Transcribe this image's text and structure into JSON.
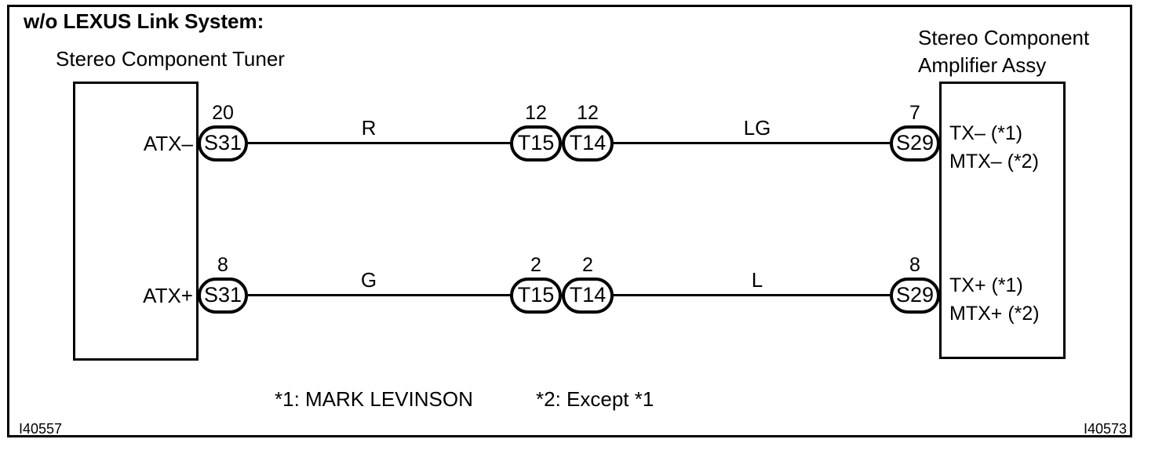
{
  "header": {
    "title": "w/o LEXUS Link System:"
  },
  "tuner": {
    "label": "Stereo Component Tuner"
  },
  "amplifier": {
    "label_line1": "Stereo Component",
    "label_line2": "Amplifier Assy"
  },
  "rows": [
    {
      "signal": "ATX–",
      "left_pin": "20",
      "left_connector": "S31",
      "wire_left_color": "R",
      "mid_left_pin": "12",
      "mid_left_connector": "T15",
      "mid_right_pin": "12",
      "mid_right_connector": "T14",
      "wire_right_color": "LG",
      "right_pin": "7",
      "right_connector": "S29",
      "amp_label_1": "TX– (*1)",
      "amp_label_2": "MTX– (*2)"
    },
    {
      "signal": "ATX+",
      "left_pin": "8",
      "left_connector": "S31",
      "wire_left_color": "G",
      "mid_left_pin": "2",
      "mid_left_connector": "T15",
      "mid_right_pin": "2",
      "mid_right_connector": "T14",
      "wire_right_color": "L",
      "right_pin": "8",
      "right_connector": "S29",
      "amp_label_1": "TX+ (*1)",
      "amp_label_2": "MTX+ (*2)"
    }
  ],
  "notes": {
    "note1": "*1: MARK LEVINSON",
    "note2": "*2: Except *1"
  },
  "footer": {
    "left_id": "I40557",
    "right_id": "I40573"
  },
  "colors": {
    "line": "#000000",
    "background": "#ffffff"
  }
}
